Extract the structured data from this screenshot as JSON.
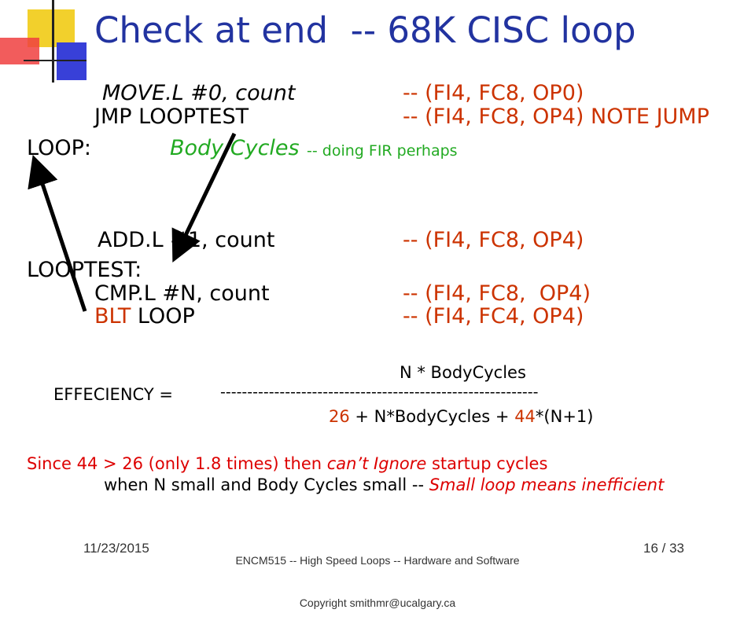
{
  "slide": {
    "title": "Check at end  -- 68K CISC loop",
    "lines": {
      "move_instr": "MOVE.L #0, count",
      "move_comment": "-- (FI4, FC8, OP0)",
      "jmp_instr": "JMP LOOPTEST",
      "jmp_comment": "-- (FI4, FC8, OP4) NOTE JUMP",
      "loop_label": "LOOP:",
      "body_cycles": "Body Cycles",
      "body_comment": " -- doing FIR perhaps",
      "add_instr": "ADD.L #1, count",
      "add_comment": "-- (FI4, FC8, OP4)",
      "looptest_label": "LOOPTEST:",
      "cmp_instr": "CMP.L #N, count",
      "cmp_comment": "-- (FI4, FC8,  OP4)",
      "blt_op": "BLT",
      "blt_target": " LOOP",
      "blt_comment": "-- (FI4, FC4, OP4)"
    },
    "efficiency": {
      "numerator": "N * BodyCycles",
      "label": "EFFECIENCY =",
      "dashes": "-----------------------------------------------------------",
      "den_26": "26",
      "den_mid": " + N*BodyCycles + ",
      "den_44": "44",
      "den_end": "*(N+1)"
    },
    "note": {
      "line1_a": "Since 44 > 26 (only 1.8 times) then ",
      "line1_b": "can’t Ignore",
      "line1_c": " startup cycles",
      "line2_a": "when N small and Body Cycles small -- ",
      "line2_b": "Small loop means inefficient"
    },
    "footer": {
      "date": "11/23/2015",
      "course_line1": "ENCM515 -- High Speed Loops -- Hardware and Software",
      "course_line2": "Copyright smithmr@ucalgary.ca",
      "page": "16 / 33"
    },
    "colors": {
      "title": "#2233a0",
      "comment": "#cc3300",
      "body": "#22aa22",
      "note": "#dd0000"
    }
  }
}
